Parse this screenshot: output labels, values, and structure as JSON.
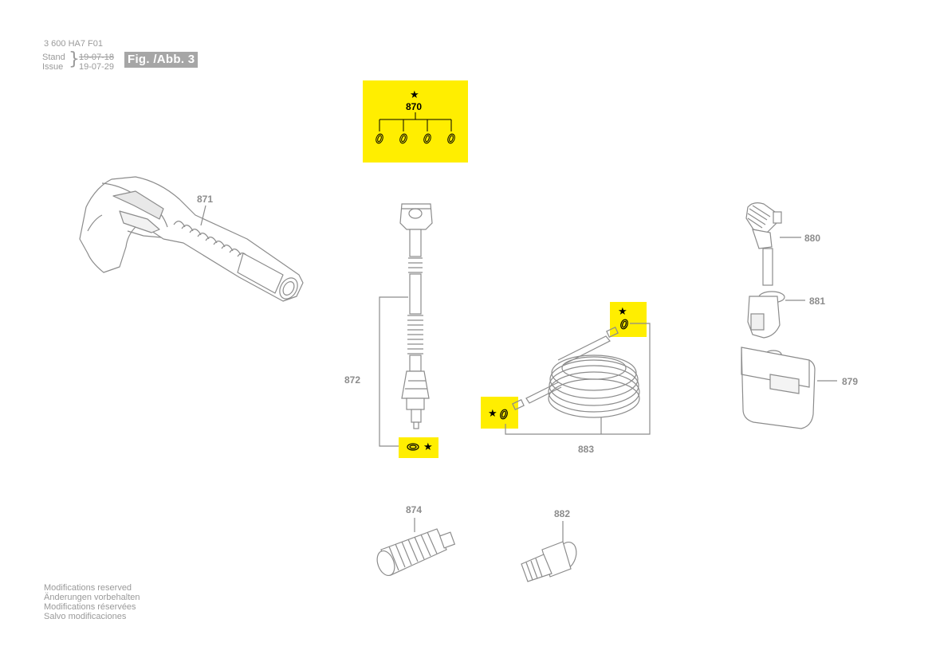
{
  "header": {
    "part_number": "3 600 HA7 F01",
    "stand_label": "Stand",
    "issue_label": "Issue",
    "old_date": "19-07-18",
    "new_date": "19-07-29",
    "figure_badge": "Fig. /Abb. 3"
  },
  "kit": {
    "star": "★",
    "number": "870"
  },
  "parts": {
    "p871": "871",
    "p872": "872",
    "p874": "874",
    "p879": "879",
    "p880": "880",
    "p881": "881",
    "p882": "882",
    "p883": "883"
  },
  "star_symbol": "★",
  "footer": {
    "line1": "Modifications reserved",
    "line2": "Änderungen vorbehalten",
    "line3": "Modifications réservées",
    "line4": "Salvo modificaciones"
  },
  "colors": {
    "highlight": "#ffee00",
    "line": "#8c8c8c",
    "badge": "#a6a6a6"
  }
}
